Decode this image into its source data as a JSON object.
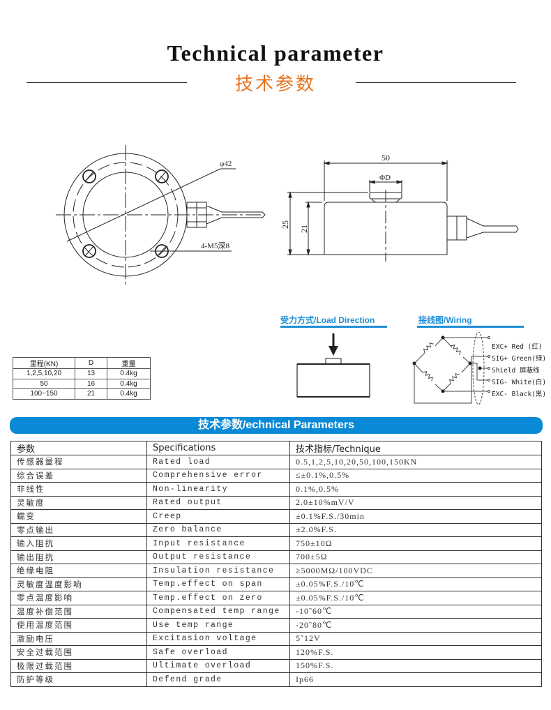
{
  "header": {
    "title_en": "Technical parameter",
    "title_cn": "技术参数",
    "accent_color": "#e8741e"
  },
  "top_view": {
    "diameter_label": "φ42",
    "holes_label": "4-M5深8"
  },
  "side_view": {
    "width_label": "50",
    "button_label": "ΦD",
    "height_total_label": "25",
    "height_body_label": "21"
  },
  "size_table": {
    "headers": [
      "里程(KN)",
      "D",
      "重量"
    ],
    "rows": [
      [
        "1,2,5,10,20",
        "13",
        "0.4kg"
      ],
      [
        "50",
        "16",
        "0.4kg"
      ],
      [
        "100~150",
        "21",
        "0.4kg"
      ]
    ]
  },
  "load_direction": {
    "caption": "受力方式/Load Direction"
  },
  "wiring": {
    "caption": "接线图/Wiring",
    "labels": [
      "EXC+ Red  (红)",
      "SIG+ Green(绿)",
      "Shield  屏蔽线",
      "SIG- White(白)",
      "EXC- Black(黑)"
    ],
    "accent_color": "#1f8fd6"
  },
  "spec_section": {
    "title": "技术参数/echnical Parameters",
    "bar_color": "#0a8ad6",
    "headers": [
      "参数",
      "Specifications",
      "技术指标/Technique"
    ],
    "rows": [
      [
        "传感器量程",
        "Rated load",
        "0.5,1,2,5,10,20,50,100,150KN"
      ],
      [
        "综合误差",
        "Comprehensive error",
        "≤±0.1%,0.5%"
      ],
      [
        "非线性",
        "Non-linearity",
        "0.1%,0.5%"
      ],
      [
        "灵敏度",
        "Rated output",
        "2.0±10%mV/V"
      ],
      [
        "蠕变",
        "Creep",
        "±0.1%F.S./30min"
      ],
      [
        "零点输出",
        "Zero balance",
        "±2.0%F.S."
      ],
      [
        "输入阻抗",
        "Input resistance",
        "750±10Ω"
      ],
      [
        "输出阻抗",
        "Output resistance",
        "700±5Ω"
      ],
      [
        "绝缘电阻",
        "Insulation resistance",
        "≥5000MΩ/100VDC"
      ],
      [
        "灵敏度温度影响",
        "Temp.effect on span",
        "±0.05%F.S./10℃"
      ],
      [
        "零点温度影响",
        "Temp.effect on zero",
        "±0.05%F.S./10℃"
      ],
      [
        "温度补偿范围",
        "Compensated temp range",
        "-10˜60℃"
      ],
      [
        "使用温度范围",
        "Use temp range",
        "-20˜80℃"
      ],
      [
        "激励电压",
        "Excitasion voltage",
        "5˜12V"
      ],
      [
        "安全过载范围",
        "Safe overload",
        "120%F.S."
      ],
      [
        "极限过载范围",
        "Ultimate overload",
        "150%F.S."
      ],
      [
        "防护等级",
        "Defend grade",
        "Ip66"
      ]
    ]
  }
}
